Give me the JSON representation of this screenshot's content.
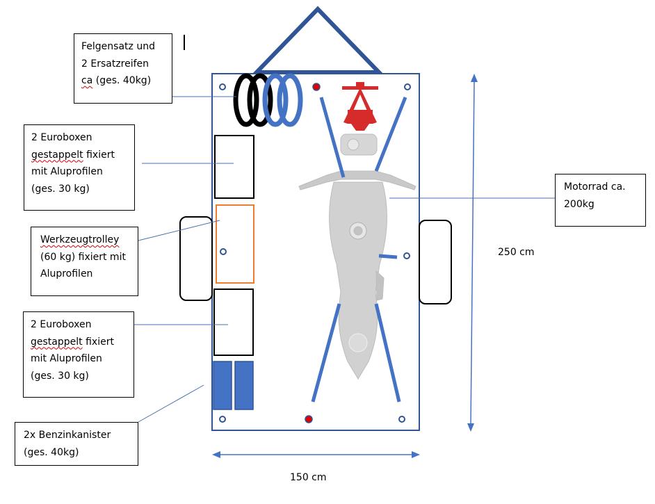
{
  "title": "Motorrad-Anhänger Beladungsplan",
  "colors": {
    "trailer_outline": "#2f5597",
    "strap_blue": "#4472c4",
    "toolbox_orange": "#ed7d31",
    "red_point": "#e00000",
    "leader_line": "#4a6fb0",
    "motorcycle_gray": "#c8c8c8",
    "wheel_chock_red": "#d62b2b"
  },
  "labels": {
    "rims": {
      "lines": [
        "Felgensatz und",
        "2 Ersatzreifen",
        "ca (ges. 40kg)"
      ],
      "squiggle_word": "ca"
    },
    "euroboxes_top": {
      "lines": [
        "2 Euroboxen",
        "gestappelt fixiert",
        "mit Aluprofilen",
        "(ges. 30 kg)"
      ],
      "squiggle_word": "gestappelt"
    },
    "tool_trolley": {
      "lines": [
        "Werkzeugtrolley",
        "(60 kg) fixiert mit",
        "Aluprofilen"
      ],
      "squiggle_word": "Werkzeugtrolley"
    },
    "euroboxes_bottom": {
      "lines": [
        "2 Euroboxen",
        "gestappelt fixiert",
        "mit Aluprofilen",
        "(ges. 30 kg)"
      ],
      "squiggle_word": "gestappelt"
    },
    "fuel_cans": {
      "lines": [
        "2x Benzinkanister",
        "(ges. 40kg)"
      ]
    },
    "motorcycle": {
      "lines": [
        "Motorrad ca.",
        "200kg"
      ]
    }
  },
  "dimensions": {
    "length": "250 cm",
    "width": "150 cm"
  },
  "icons": {
    "trailer_drawbar": "triangle-drawbar-icon",
    "spare_tires": "tire-rings-icon",
    "wheel_chock": "wheel-chock-icon",
    "motorcycle": "motorcycle-topview-icon",
    "tie_down_points": "circle-ring-icon",
    "red_anchor_points": "red-dot-icon"
  }
}
